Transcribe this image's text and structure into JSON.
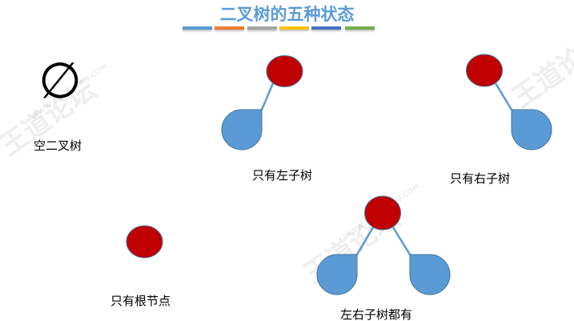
{
  "title": "二叉树的五种状态",
  "colors": {
    "title": "#5b9bd5",
    "node": "#c00000",
    "child": "#5b9bd5",
    "bars": [
      "#5b9bd5",
      "#ed7d31",
      "#a5a5a5",
      "#ffc000",
      "#4472c4",
      "#70ad47"
    ]
  },
  "empty_symbol": "∅",
  "labels": {
    "empty": "空二叉树",
    "left_only": "只有左子树",
    "right_only": "只有右子树",
    "root_only": "只有根节点",
    "both": "左右子树都有"
  },
  "watermark": {
    "name": "王道论坛",
    "url": "WWW.CSKAOYAN.COM"
  }
}
